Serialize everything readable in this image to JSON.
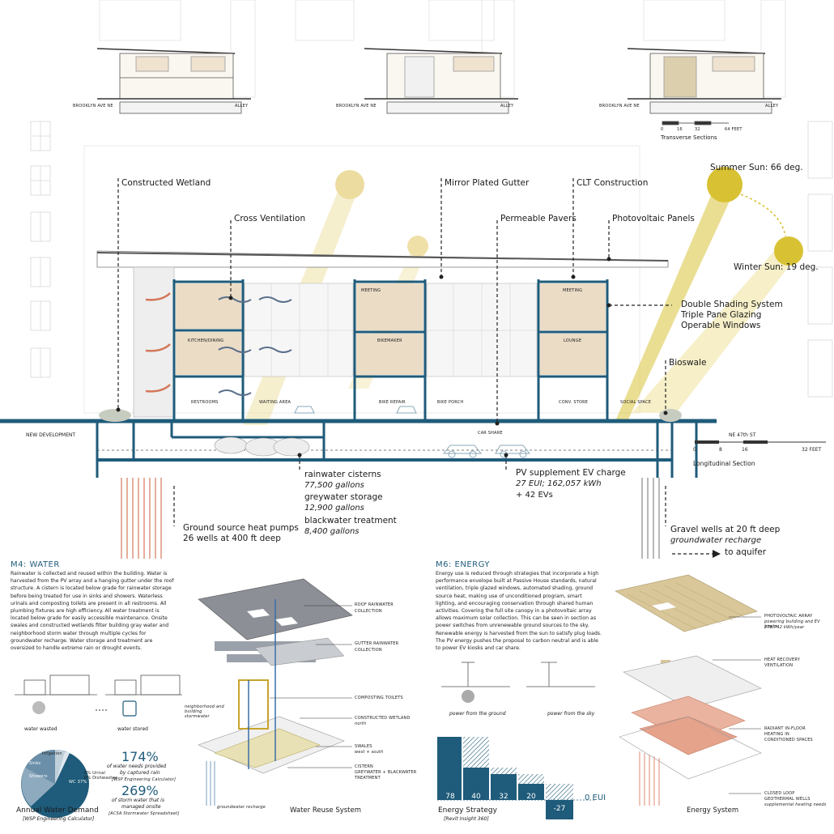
{
  "sections_top": {
    "street_left": [
      "BROOKLYN AVE NE",
      "BROOKLYN AVE NE",
      "BROOKLYN AVE NE"
    ],
    "alley": [
      "ALLEY",
      "ALLEY",
      "ALLEY"
    ],
    "scale_ticks": [
      "0",
      "16",
      "32",
      "64 FEET"
    ],
    "title": "Transverse Sections"
  },
  "longitudinal": {
    "callouts": {
      "wetland": "Constructed Wetland",
      "cross_vent": "Cross Ventilation",
      "gutter": "Mirror Plated Gutter",
      "pavers": "Permeable Pavers",
      "clt": "CLT Construction",
      "pv": "Photovoltaic Panels",
      "summer": "Summer Sun: 66 deg.",
      "winter": "Winter Sun: 19 deg.",
      "shading": "Double Shading System",
      "glazing": "Triple Pane Glazing",
      "windows": "Operable Windows",
      "bioswale": "Bioswale"
    },
    "rooms": {
      "meeting1": "MEETING",
      "meeting2": "MEETING",
      "kitchen": "KITCHEN/DINING",
      "bikemaker": "BIKEMAKER",
      "lounge": "LOUNGE",
      "restrooms": "RESTROOMS",
      "waiting": "WAITING AREA",
      "bike_repair": "BIKE REPAIR",
      "bike_porch": "BIKE PORCH",
      "conv_store": "CONV. STORE",
      "social": "SOCIAL SPACE",
      "car_share": "CAR SHARE"
    },
    "new_dev": "NEW DEVELOPMENT",
    "street": "NE 47th ST",
    "scale_ticks": [
      "0",
      "8",
      "16",
      "32 FEET"
    ],
    "title": "Longitudinal Section",
    "cisterns": "rainwater cisterns",
    "cisterns_val": "77,500 gallons",
    "grey": "greywater storage",
    "grey_val": "12,900 gallons",
    "black": "blackwater treatment",
    "black_val": "8,400 gallons",
    "pv_ev": "PV supplement EV charge",
    "pv_ev_val1": "27 EUI; 162,057 kWh",
    "pv_ev_val2": "+ 42 EVs",
    "gshp": "Ground source heat pumps",
    "gshp_val": "26 wells at 400 ft deep",
    "gravel": "Gravel wells at 20 ft deep",
    "recharge": "groundwater recharge",
    "aquifer": "to aquifer"
  },
  "water": {
    "heading": "M4: WATER",
    "body": "Rainwater is collected and reused within the building. Water is harvested from the PV array and a hanging gutter under the roof structure. A cistern is located below grade for rainwater storage before being treated for use in sinks and showers. Waterless urinals and composting toilets are present in all restrooms. All plumbing fixtures are high efficiency. All water treatment is located below grade for easily accessible maintenance. Onsite swales and constructed wetlands filter building gray water and neighborhood storm water through multiple cycles for groundwater recharge. Water storage and treatment are oversized to handle extreme rain or drought events.",
    "wasted": "water wasted",
    "stored": "water stored",
    "stat1": "174%",
    "stat1_desc1": "of water needs provided",
    "stat1_desc2": "by captured rain",
    "stat1_src": "[WSP Engineering Calculator]",
    "stat2": "269%",
    "stat2_desc1": "of storm water that is",
    "stat2_desc2": "managed onsite",
    "stat2_src": "[ACSA Stormwater Spreadsheet]",
    "pie_title": "Annual Water Demand",
    "pie_src": "[WSP Engineering Calculator]",
    "pie_labels": [
      "WC 37%",
      "Showers",
      "Sinks",
      "Irrigation",
      "0% Urinal",
      "0% Dishwasher"
    ],
    "iso_labels": [
      "ROOF RAINWATER",
      "COLLECTION",
      "GUTTER RAINWATER",
      "COLLECTION",
      "COMPOSTING TOILETS",
      "CONSTRUCTED WETLAND",
      "SWALES",
      "CISTERN",
      "GREYWATER + BLACKWATER",
      "TREATMENT"
    ],
    "iso_sub": [
      "north",
      "west + south"
    ],
    "neighborhood": "neighborhood and building stormwater",
    "gw_recharge": "groundwater recharge",
    "iso_title": "Water Reuse System"
  },
  "energy": {
    "heading": "M6: ENERGY",
    "body": "Energy use is reduced through strategies that incorporate a high performance envelope built at Passive House standards, natural ventilation, triple glazed windows, automated shading, ground source heat, making use of unconditioned program, smart lighting, and encouraging conservation through shared human activities. Covering the full site canopy in a photovoltaic array allows maximum solar collection. This can be seen in section as power switches from unrenewable ground sources to the sky. Renewable energy is harvested from the sun to satisfy plug loads. The PV energy pushes the proposal to carbon neutral and is able to power EV kiosks and car share.",
    "ground": "power from the ground",
    "sky": "power from the sky",
    "bars": [
      "78",
      "40",
      "32",
      "20",
      "-27"
    ],
    "zero_eui": "0 EUI",
    "chart_title": "Energy Strategy",
    "chart_src": "[Revit Insight 360]",
    "iso_labels": [
      "PHOTOVOLTAIC ARRAY",
      "powering building and EV kiosks",
      "278,742 kWh/year",
      "HEAT RECOVERY",
      "VENTILATION",
      "RADIANT IN-FLOOR",
      "HEATING IN",
      "CONDITIONED SPACES",
      "CLOSED LOOP",
      "GEOTHERMAL WELLS",
      "supplemental heating needs"
    ],
    "iso_title": "Energy System"
  }
}
